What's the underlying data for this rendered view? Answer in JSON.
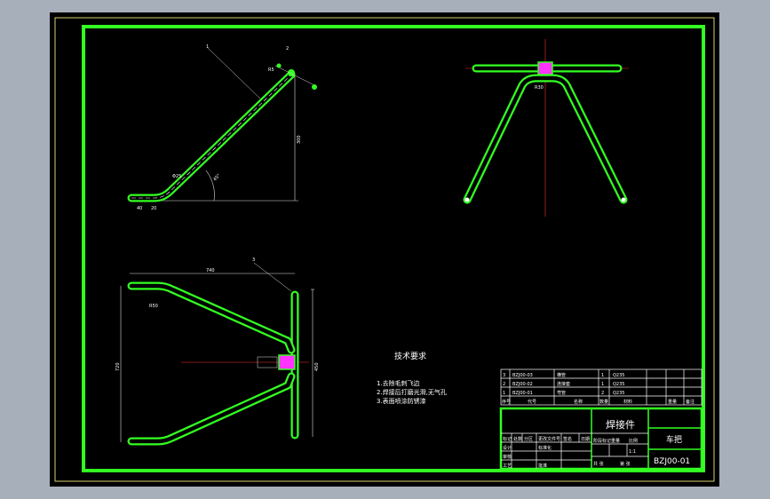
{
  "drawing": {
    "tech_req_title": "技术要求",
    "tech_req_lines": [
      "1.去除毛刺飞边",
      "2.焊接后打磨光滑,无气孔",
      "3.表面喷涂防锈漆"
    ],
    "product_name": "焊接件",
    "part_name": "车把",
    "drawing_number": "BZJ00-01",
    "bom_headers": {
      "seq": "序号",
      "code": "代号",
      "name": "名称",
      "qty": "数量",
      "material": "材料",
      "weight": "重量",
      "remark": "备注"
    },
    "bom_rows": [
      {
        "seq": "3",
        "code": "BZJ00-03",
        "name": "横管",
        "qty": "1",
        "material": "Q235"
      },
      {
        "seq": "2",
        "code": "BZJ00-02",
        "name": "连接套",
        "qty": "1",
        "material": "Q235"
      },
      {
        "seq": "1",
        "code": "BZJ00-01",
        "name": "弯管",
        "qty": "2",
        "material": "Q235"
      }
    ],
    "title_labels": {
      "mark": "标记",
      "count": "处数",
      "zone": "分区",
      "doc": "更改文件号",
      "sign": "签名",
      "date": "日期",
      "design": "设计",
      "standard": "标准化",
      "audit": "审核",
      "process": "工艺",
      "approve": "批准",
      "stage": "阶段标记",
      "weight": "重量",
      "scale": "比例",
      "sheets": "共 张",
      "sheet": "第 张",
      "scale_value": "1:1"
    },
    "dims": {
      "angle": "45°",
      "height": "300",
      "len1": "40",
      "len2": "20",
      "radius_small": "R5",
      "dia": "Φ25",
      "width_total": "740",
      "height_total": "720",
      "pipe_len": "450",
      "radius": "R50",
      "r_label": "R30",
      "leader1": "1",
      "leader2": "2",
      "leader3": "3"
    }
  }
}
